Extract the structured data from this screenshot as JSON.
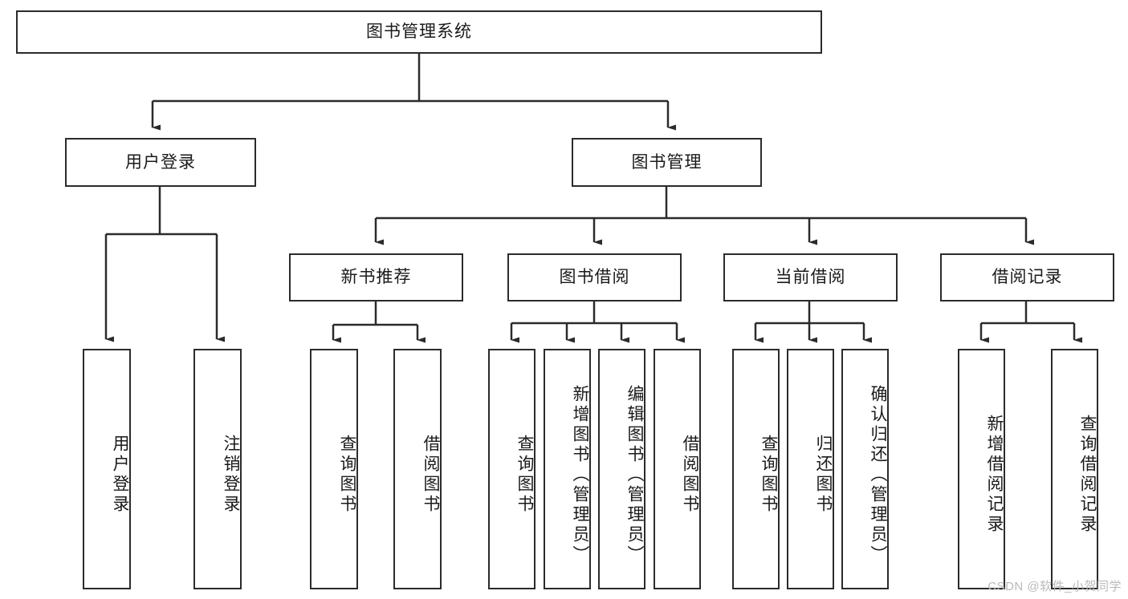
{
  "diagram": {
    "type": "tree-hierarchy-chart",
    "title": "图书管理系统",
    "watermark": "CSDN @软件_小贺同学",
    "colors": {
      "stroke": "#2b2b2b",
      "fill": "#ffffff",
      "text": "#1a1a1a",
      "watermark": "#b9b9b9"
    },
    "levels": {
      "root": {
        "label": "图书管理系统"
      },
      "level2": [
        {
          "label": "用户登录"
        },
        {
          "label": "图书管理"
        }
      ],
      "level3": [
        {
          "label": "新书推荐"
        },
        {
          "label": "图书借阅"
        },
        {
          "label": "当前借阅"
        },
        {
          "label": "借阅记录"
        }
      ]
    },
    "leaves": {
      "user_login": [
        {
          "label": "用户登录"
        },
        {
          "label": "注销登录"
        }
      ],
      "new_book_recommend": [
        {
          "label": "查询图书"
        },
        {
          "label": "借阅图书"
        }
      ],
      "book_borrow": [
        {
          "label": "查询图书"
        },
        {
          "label": "新增图书（管理员）"
        },
        {
          "label": "编辑图书（管理员）"
        },
        {
          "label": "借阅图书"
        }
      ],
      "current_borrow": [
        {
          "label": "查询图书"
        },
        {
          "label": "归还图书"
        },
        {
          "label": "确认归还（管理员）"
        }
      ],
      "borrow_record": [
        {
          "label": "新增借阅记录"
        },
        {
          "label": "查询借阅记录"
        }
      ]
    }
  }
}
